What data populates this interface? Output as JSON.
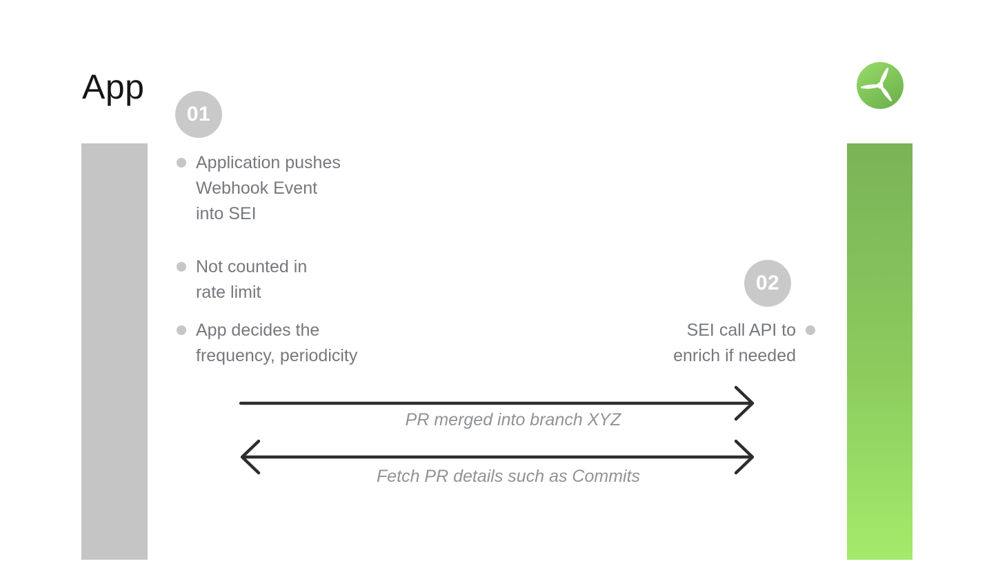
{
  "slide": {
    "title": "App"
  },
  "logo": {
    "description": "three-blade wind turbine in green circle",
    "circle_light": "#95d968",
    "circle_dark": "#6bb14a",
    "blade_color": "#ffffff"
  },
  "steps": [
    {
      "number": "01"
    },
    {
      "number": "02"
    }
  ],
  "app_notes": [
    "Application pushes\nWebhook Event\ninto SEI",
    "Not counted in\nrate limit",
    "App decides the\nfrequency, periodicity"
  ],
  "sei_notes": [
    "SEI call API to\nenrich if needed"
  ],
  "flows": [
    {
      "label": "PR merged into branch XYZ",
      "direction": "right"
    },
    {
      "label": "Fetch PR details such as Commits",
      "direction": "both"
    }
  ],
  "colors": {
    "title": "#161616",
    "app_bar": "#c5c5c5",
    "sei_top": "#7ab357",
    "sei_bottom": "#a5ea6b",
    "badge_bg": "#c9c9c9",
    "text_gray": "#75787d",
    "label_gray": "#8f9296",
    "arrow": "#2d2d2d",
    "dot": "#c6c6ca"
  }
}
